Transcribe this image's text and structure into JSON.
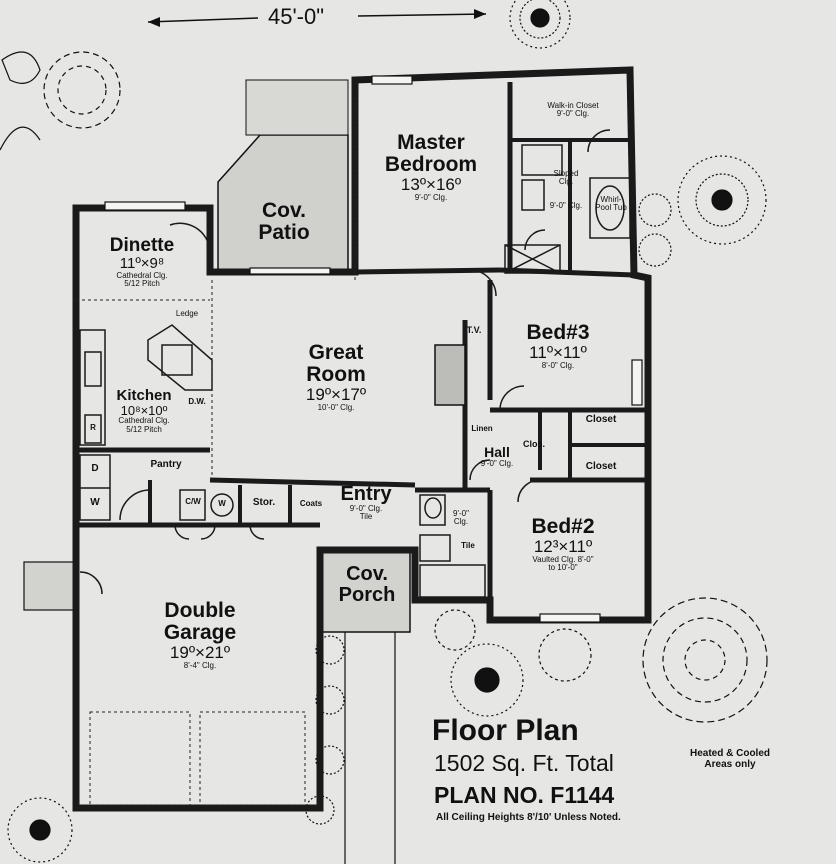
{
  "overall_width": "45'-0\"",
  "rooms": {
    "master_bedroom": {
      "name": "Master Bedroom",
      "dim": "13º×16º",
      "note": "9'-0\" Clg."
    },
    "walk_in_closet": {
      "name": "Walk-in Closet",
      "note": "9'-0\" Clg."
    },
    "sloped_clg": {
      "name": "Sloped Clg."
    },
    "master_bath_clg": {
      "note": "9'-0\" Clg."
    },
    "whirlpool": {
      "name": "Whirl-Pool Tub"
    },
    "cov_patio": {
      "name": "Cov. Patio"
    },
    "dinette": {
      "name": "Dinette",
      "dim": "11º×9⁸",
      "note": "Cathedral Clg. 5/12 Pitch"
    },
    "ledge": {
      "name": "Ledge"
    },
    "kitchen": {
      "name": "Kitchen",
      "dim": "10⁸×10º",
      "note": "Cathedral Clg. 5/12 Pitch"
    },
    "great_room": {
      "name": "Great Room",
      "dim": "19º×17º",
      "note": "10'-0\" Clg."
    },
    "tv": {
      "name": "T.V."
    },
    "bed3": {
      "name": "Bed#3",
      "dim": "11º×11º",
      "note": "8'-0\" Clg."
    },
    "bed3_closet": {
      "name": "Closet"
    },
    "linen": {
      "name": "Linen"
    },
    "hall": {
      "name": "Hall",
      "note": "9'-0\" Clg."
    },
    "clos": {
      "name": "Clos."
    },
    "bed2_closet": {
      "name": "Closet"
    },
    "bed2": {
      "name": "Bed#2",
      "dim": "12³×11º",
      "note": "Vaulted Clg. 8'-0\" to 10'-0\""
    },
    "pantry": {
      "name": "Pantry"
    },
    "dw": {
      "name": "D.W."
    },
    "range": {
      "name": "R"
    },
    "washer": {
      "name": "W"
    },
    "dryer": {
      "name": "D"
    },
    "laundry_cw": {
      "name": "C/W"
    },
    "laundry_w": {
      "name": "W"
    },
    "storage": {
      "name": "Stor."
    },
    "coats": {
      "name": "Coats"
    },
    "entry": {
      "name": "Entry",
      "note": "9'-0\" Clg. Tile"
    },
    "bath2_clg": {
      "note": "9'-0\" Clg."
    },
    "tile": {
      "name": "Tile"
    },
    "cov_porch": {
      "name": "Cov. Porch"
    },
    "garage": {
      "name": "Double Garage",
      "dim": "19º×21º",
      "note": "8'-4\" Clg."
    }
  },
  "info_block": {
    "title": "Floor Plan",
    "area": "1502 Sq. Ft. Total",
    "area_note": "Heated & Cooled Areas only",
    "plan_no": "PLAN NO. F1144",
    "ceiling_note": "All Ceiling Heights 8'/10' Unless Noted."
  }
}
